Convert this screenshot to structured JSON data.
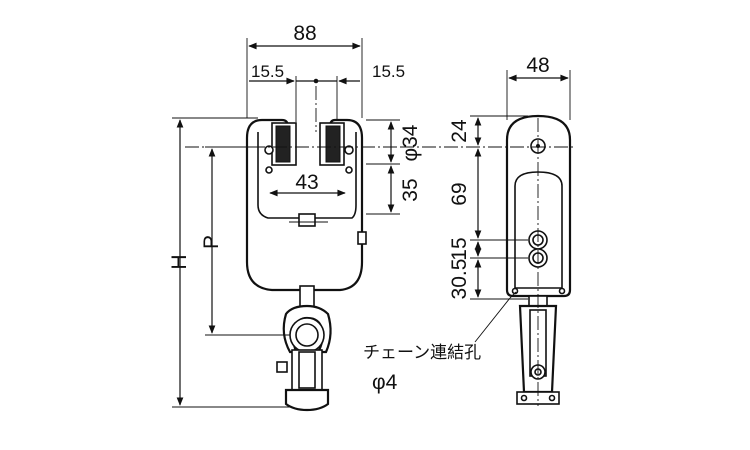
{
  "dimensions": {
    "width_top": "88",
    "offset_left": "15.5",
    "offset_right": "15.5",
    "diameter": "φ34",
    "height_35": "35",
    "inner_width": "43",
    "total_height": "H",
    "pitch": "P",
    "side_width": "48",
    "side_24": "24",
    "side_69": "69",
    "side_15": "15",
    "side_30_5": "30.5"
  },
  "callout": {
    "label": "チェーン連結孔",
    "diameter": "φ4"
  }
}
